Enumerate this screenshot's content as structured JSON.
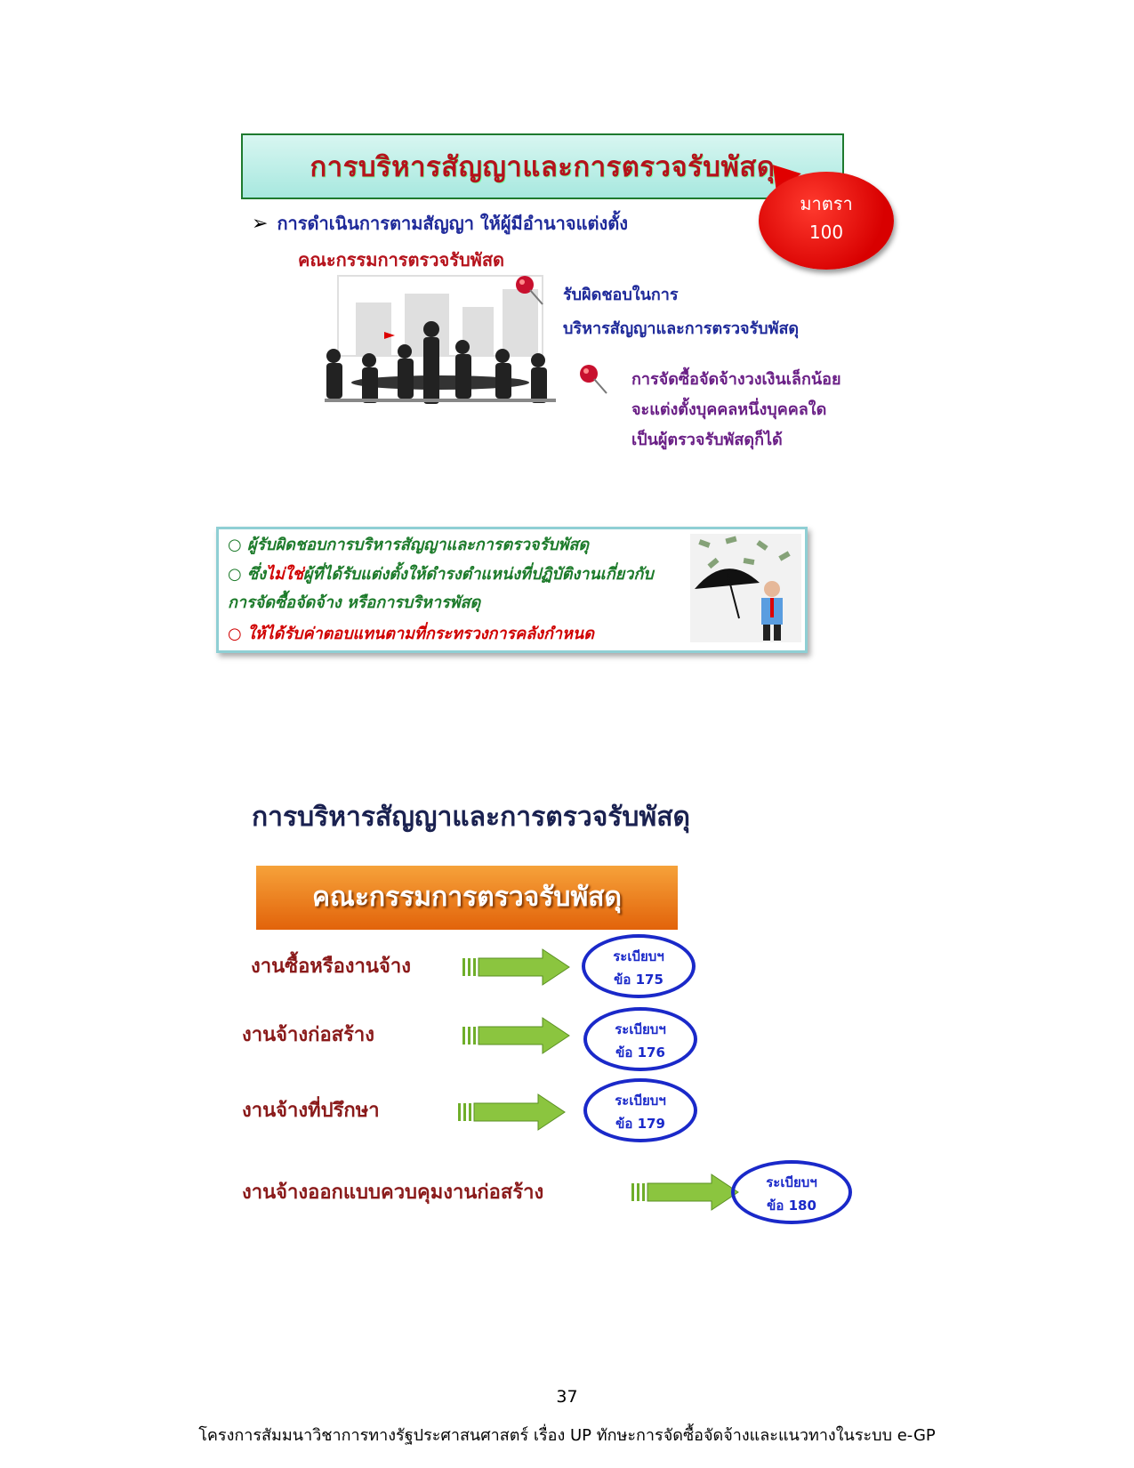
{
  "slide1": {
    "title": "การบริหารสัญญาและการตรวจรับพัสดุ",
    "badge_line1": "มาตรา",
    "badge_line2": "100",
    "bullet_line1": "การดำเนินการตามสัญญา ให้ผู้มีอำนาจแต่งตั้ง",
    "bullet_line2": "คณะกรรมการตรวจรับพัสด",
    "responsibility_line1": "รับผิดชอบในการ",
    "responsibility_line2": "บริหารสัญญาและการตรวจรับพัสดุ",
    "small_purchase_line1": "การจัดซื้อจัดจ้างวงเงินเล็กน้อย",
    "small_purchase_line2": "จะแต่งตั้งบุคคลหนึ่งบุคคลใด",
    "small_purchase_line3": "เป็นผู้ตรวจรับพัสดุก็ได้",
    "info_line1": "○ ผู้รับผิดชอบการบริหารสัญญาและการตรวจรับพัสดุ",
    "info_line2_pre": "○ ซึ่ง",
    "info_line2_neg": "ไม่ใช่",
    "info_line2_post": "ผู้ที่ได้รับแต่งตั้งให้ดำรงตำแหน่งที่ปฏิบัติงานเกี่ยวกับ",
    "info_line3": "การจัดซื้อจัดจ้าง หรือการบริหารพัสดุ",
    "info_line4": "○ ให้ได้รับค่าตอบแทนตามที่กระทรวงการคลังกำหนด"
  },
  "slide2": {
    "title": "การบริหารสัญญาและการตรวจรับพัสดุ",
    "committee": "คณะกรรมการตรวจรับพัสดุ",
    "rows": [
      {
        "label": "งานซื้อหรืองานจ้าง",
        "reg": "ระเบียบฯ",
        "clause": "ข้อ 175"
      },
      {
        "label": "งานจ้างก่อสร้าง",
        "reg": "ระเบียบฯ",
        "clause": "ข้อ 176"
      },
      {
        "label": "งานจ้างที่ปรึกษา",
        "reg": "ระเบียบฯ",
        "clause": "ข้อ 179"
      },
      {
        "label": "งานจ้างออกแบบควบคุมงานก่อสร้าง",
        "reg": "ระเบียบฯ",
        "clause": "ข้อ 180"
      }
    ]
  },
  "page_number": "37",
  "footer": "โครงการสัมมนาวิชาการทางรัฐประศาสนศาสตร์ เรื่อง UP ทักษะการจัดซื้อจัดจ้างและแนวทางในระบบ e-GP",
  "colors": {
    "title_red": "#b5121b",
    "navy": "#1f2a9a",
    "orange": "#e2630a",
    "arrow_green": "#8bc53f",
    "oval_blue": "#1a29c9"
  }
}
